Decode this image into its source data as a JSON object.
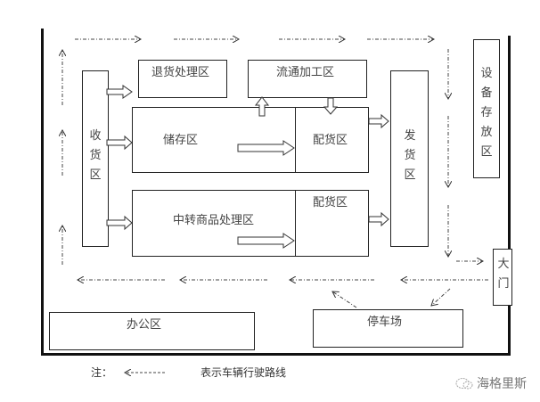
{
  "diagram": {
    "zones": {
      "receiving": "收货区",
      "returns": "退货处理区",
      "processing": "流通加工区",
      "storage": "储存区",
      "distribution_top": "配货区",
      "transit": "中转商品处理区",
      "distribution_bottom": "配货区",
      "shipping": "发货区",
      "equipment": "设备存放区",
      "gate": "大门",
      "office": "办公区",
      "parking": "停车场"
    },
    "legend": {
      "prefix": "注：",
      "symbol": "<-·-·-·-",
      "description": "表示车辆行驶路线"
    }
  },
  "watermark": {
    "text": "海格里斯"
  }
}
